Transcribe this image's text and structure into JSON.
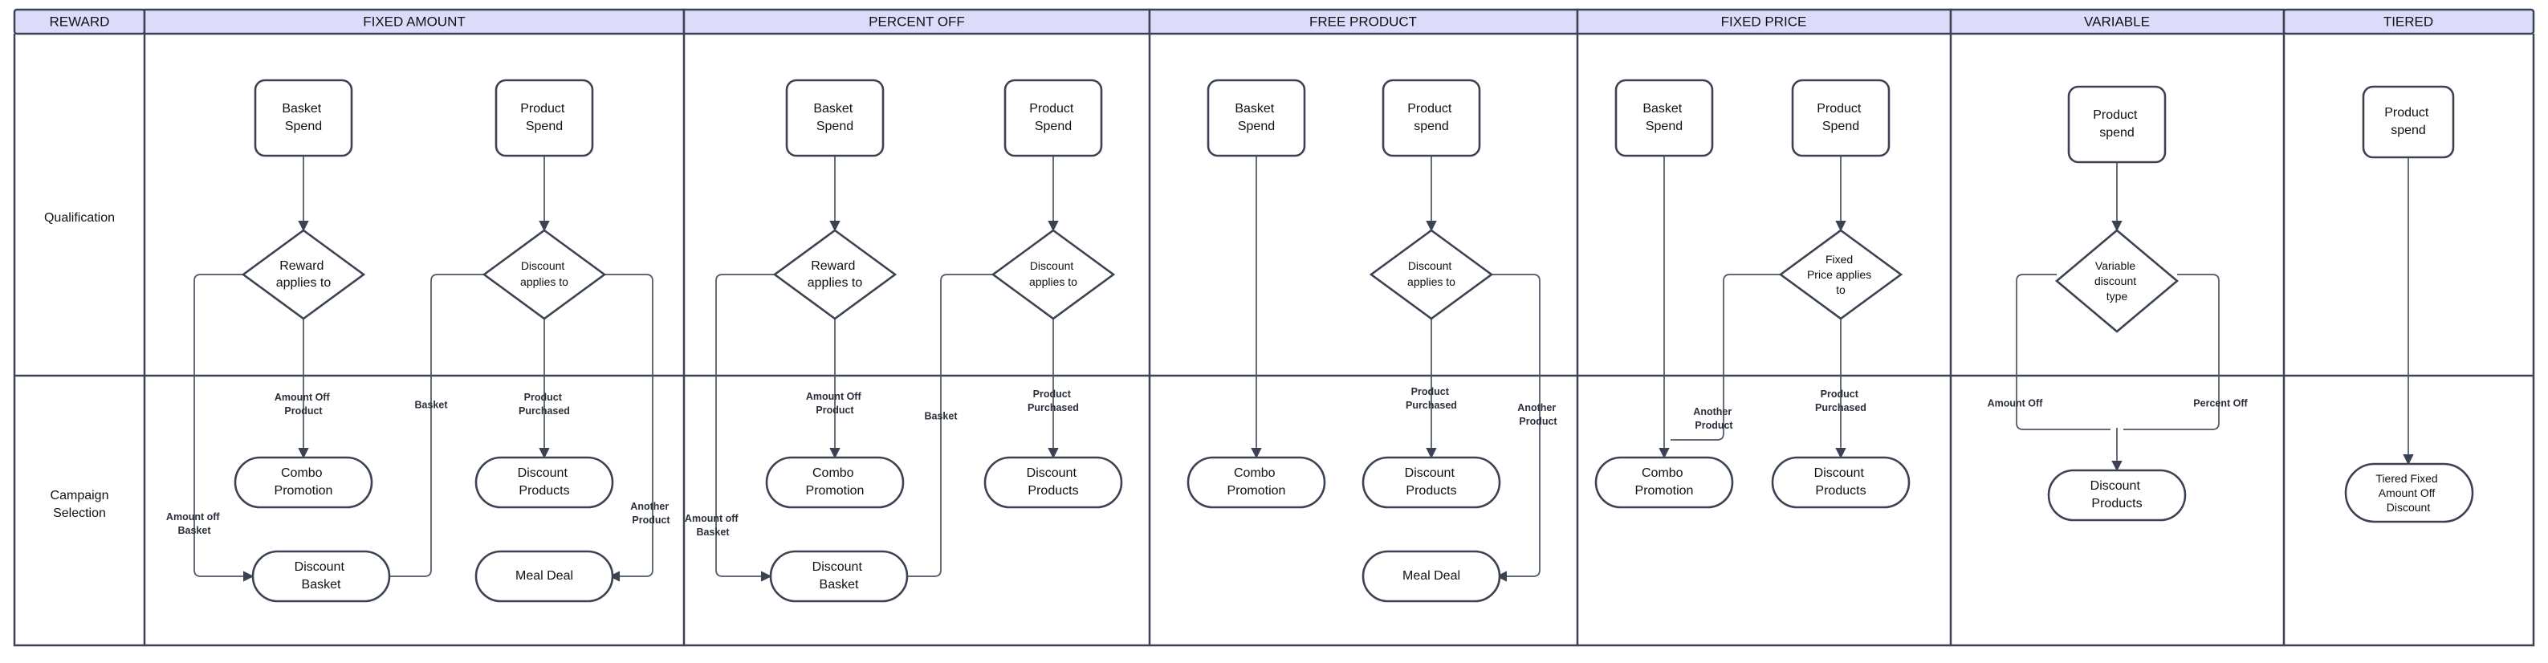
{
  "table": {
    "header_row": [
      {
        "id": "reward",
        "label": "REWARD"
      },
      {
        "id": "fixed-amount",
        "label": "FIXED AMOUNT"
      },
      {
        "id": "percent-off",
        "label": "PERCENT OFF"
      },
      {
        "id": "free-product",
        "label": "FREE PRODUCT"
      },
      {
        "id": "fixed-price",
        "label": "FIXED PRICE"
      },
      {
        "id": "variable",
        "label": "VARIABLE"
      },
      {
        "id": "tiered",
        "label": "TIERED"
      }
    ],
    "row_labels": [
      {
        "id": "qualification",
        "label": "Qualification"
      },
      {
        "id": "campaign-selection",
        "label": "Campaign Selection"
      }
    ],
    "header_fill": "#dcdcfa",
    "border_color": "#3b4252"
  },
  "columns": {
    "fixed_amount": {
      "qualification_nodes": [
        {
          "id": "fa-basket-spend",
          "type": "process",
          "label": "Basket Spend",
          "line1": "Basket",
          "line2": "Spend"
        },
        {
          "id": "fa-product-spend",
          "type": "process",
          "label": "Product Spend",
          "line1": "Product",
          "line2": "Spend"
        },
        {
          "id": "fa-reward-applies",
          "type": "decision",
          "label": "Reward applies to",
          "line1": "Reward",
          "line2": "applies to"
        },
        {
          "id": "fa-discount-applies",
          "type": "decision",
          "label": "Discount applies to",
          "line1": "Discount",
          "line2": "applies to"
        }
      ],
      "campaign_nodes": [
        {
          "id": "fa-combo-promotion",
          "type": "terminal",
          "label": "Combo Promotion",
          "line1": "Combo",
          "line2": "Promotion"
        },
        {
          "id": "fa-discount-basket",
          "type": "terminal",
          "label": "Discount Basket",
          "line1": "Discount",
          "line2": "Basket"
        },
        {
          "id": "fa-discount-products",
          "type": "terminal",
          "label": "Discount Products",
          "line1": "Discount",
          "line2": "Products"
        },
        {
          "id": "fa-meal-deal",
          "type": "terminal",
          "label": "Meal Deal",
          "line1": "Meal Deal",
          "line2": ""
        }
      ],
      "edge_labels": [
        {
          "id": "fa-amount-off-product",
          "line1": "Amount Off",
          "line2": "Product"
        },
        {
          "id": "fa-amount-off-basket",
          "line1": "Amount off",
          "line2": "Basket"
        },
        {
          "id": "fa-basket",
          "line1": "Basket",
          "line2": ""
        },
        {
          "id": "fa-product-purchased",
          "line1": "Product",
          "line2": "Purchased"
        },
        {
          "id": "fa-another-product",
          "line1": "Another",
          "line2": "Product"
        }
      ]
    },
    "percent_off": {
      "qualification_nodes": [
        {
          "id": "po-basket-spend",
          "type": "process",
          "label": "Basket Spend",
          "line1": "Basket",
          "line2": "Spend"
        },
        {
          "id": "po-product-spend",
          "type": "process",
          "label": "Product Spend",
          "line1": "Product",
          "line2": "Spend"
        },
        {
          "id": "po-reward-applies",
          "type": "decision",
          "label": "Reward applies to",
          "line1": "Reward",
          "line2": "applies to"
        },
        {
          "id": "po-discount-applies",
          "type": "decision",
          "label": "Discount applies to",
          "line1": "Discount",
          "line2": "applies to"
        }
      ],
      "campaign_nodes": [
        {
          "id": "po-combo-promotion",
          "type": "terminal",
          "label": "Combo Promotion",
          "line1": "Combo",
          "line2": "Promotion"
        },
        {
          "id": "po-discount-basket",
          "type": "terminal",
          "label": "Discount Basket",
          "line1": "Discount",
          "line2": "Basket"
        },
        {
          "id": "po-discount-products",
          "type": "terminal",
          "label": "Discount Products",
          "line1": "Discount",
          "line2": "Products"
        }
      ],
      "edge_labels": [
        {
          "id": "po-amount-off-product",
          "line1": "Amount Off",
          "line2": "Product"
        },
        {
          "id": "po-amount-off-basket",
          "line1": "Amount off",
          "line2": "Basket"
        },
        {
          "id": "po-basket",
          "line1": "Basket",
          "line2": ""
        },
        {
          "id": "po-product-purchased",
          "line1": "Product",
          "line2": "Purchased"
        }
      ]
    },
    "free_product": {
      "qualification_nodes": [
        {
          "id": "fp-basket-spend",
          "type": "process",
          "label": "Basket Spend",
          "line1": "Basket",
          "line2": "Spend"
        },
        {
          "id": "fp-product-spend",
          "type": "process",
          "label": "Product spend",
          "line1": "Product",
          "line2": "spend"
        },
        {
          "id": "fp-discount-applies",
          "type": "decision",
          "label": "Discount applies to",
          "line1": "Discount",
          "line2": "applies to"
        }
      ],
      "campaign_nodes": [
        {
          "id": "fp-combo-promotion",
          "type": "terminal",
          "label": "Combo Promotion",
          "line1": "Combo",
          "line2": "Promotion"
        },
        {
          "id": "fp-discount-products",
          "type": "terminal",
          "label": "Discount Products",
          "line1": "Discount",
          "line2": "Products"
        },
        {
          "id": "fp-meal-deal",
          "type": "terminal",
          "label": "Meal Deal",
          "line1": "Meal Deal",
          "line2": ""
        }
      ],
      "edge_labels": [
        {
          "id": "fp-product-purchased",
          "line1": "Product",
          "line2": "Purchased"
        },
        {
          "id": "fp-another-product",
          "line1": "Another",
          "line2": "Product"
        }
      ]
    },
    "fixed_price": {
      "qualification_nodes": [
        {
          "id": "fpr-basket-spend",
          "type": "process",
          "label": "Basket Spend",
          "line1": "Basket",
          "line2": "Spend"
        },
        {
          "id": "fpr-product-spend",
          "type": "process",
          "label": "Product Spend",
          "line1": "Product",
          "line2": "Spend"
        },
        {
          "id": "fpr-fixed-price-applies",
          "type": "decision",
          "label": "Fixed Price applies to",
          "line1": "Fixed",
          "line2": "Price applies",
          "line3": "to"
        }
      ],
      "campaign_nodes": [
        {
          "id": "fpr-combo-promotion",
          "type": "terminal",
          "label": "Combo Promotion",
          "line1": "Combo",
          "line2": "Promotion"
        },
        {
          "id": "fpr-discount-products",
          "type": "terminal",
          "label": "Discount Products",
          "line1": "Discount",
          "line2": "Products"
        }
      ],
      "edge_labels": [
        {
          "id": "fpr-another-product",
          "line1": "Another",
          "line2": "Product"
        },
        {
          "id": "fpr-product-purchased",
          "line1": "Product",
          "line2": "Purchased"
        }
      ]
    },
    "variable": {
      "qualification_nodes": [
        {
          "id": "va-product-spend",
          "type": "process",
          "label": "Product spend",
          "line1": "Product",
          "line2": "spend"
        },
        {
          "id": "va-variable-discount-type",
          "type": "decision",
          "label": "Variable discount type",
          "line1": "Variable",
          "line2": "discount",
          "line3": "type"
        }
      ],
      "campaign_nodes": [
        {
          "id": "va-discount-products",
          "type": "terminal",
          "label": "Discount Products",
          "line1": "Discount",
          "line2": "Products"
        }
      ],
      "edge_labels": [
        {
          "id": "va-amount-off",
          "line1": "Amount Off",
          "line2": ""
        },
        {
          "id": "va-percent-off",
          "line1": "Percent Off",
          "line2": ""
        }
      ]
    },
    "tiered": {
      "qualification_nodes": [
        {
          "id": "ti-product-spend",
          "type": "process",
          "label": "Product spend",
          "line1": "Product",
          "line2": "spend"
        }
      ],
      "campaign_nodes": [
        {
          "id": "ti-tiered-fixed-amount-off-discount",
          "type": "terminal",
          "label": "Tiered Fixed Amount Off Discount",
          "line1": "Tiered Fixed",
          "line2": "Amount Off",
          "line3": "Discount"
        }
      ],
      "edge_labels": []
    }
  }
}
